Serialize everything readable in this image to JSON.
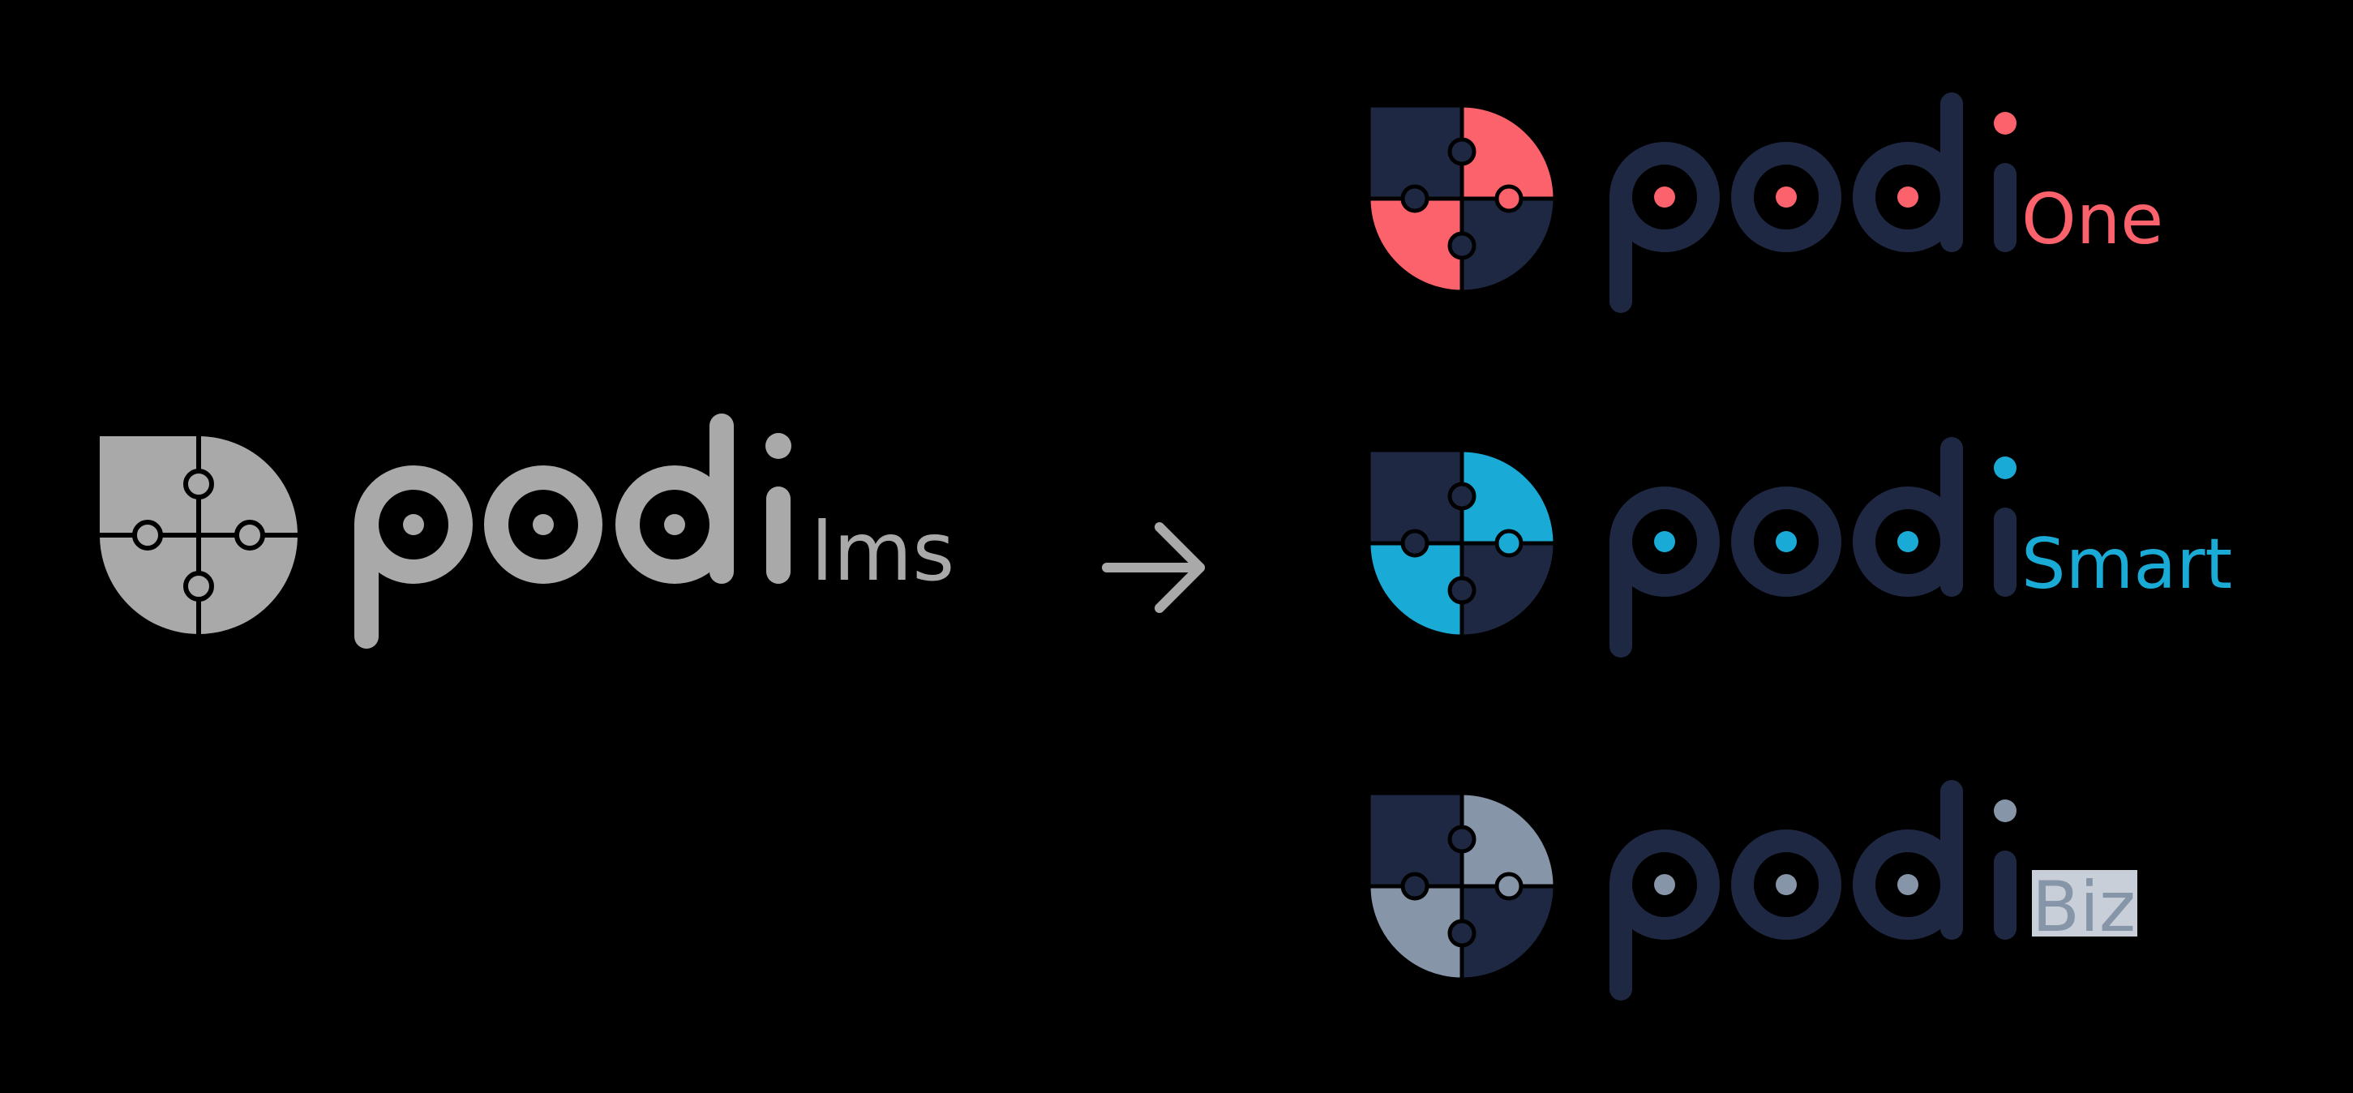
{
  "colors": {
    "background": "#000000",
    "legacy_gray": "#a9a9a9",
    "navy": "#1e2842",
    "one_coral": "#fb626b",
    "smart_blue": "#1aaad6",
    "biz_slate": "#8795a8",
    "biz_highlight_bg": "#c9cfd9"
  },
  "legacy": {
    "wordmark": "podi",
    "suffix": "lms",
    "icon": "puzzle-circle-icon"
  },
  "arrow": {
    "icon": "right-arrow-icon"
  },
  "new_brands": [
    {
      "wordmark": "podi",
      "suffix": "One",
      "icon": "puzzle-circle-icon"
    },
    {
      "wordmark": "podi",
      "suffix": "Smart",
      "icon": "puzzle-circle-icon"
    },
    {
      "wordmark": "podi",
      "suffix": "Biz",
      "icon": "puzzle-circle-icon"
    }
  ]
}
